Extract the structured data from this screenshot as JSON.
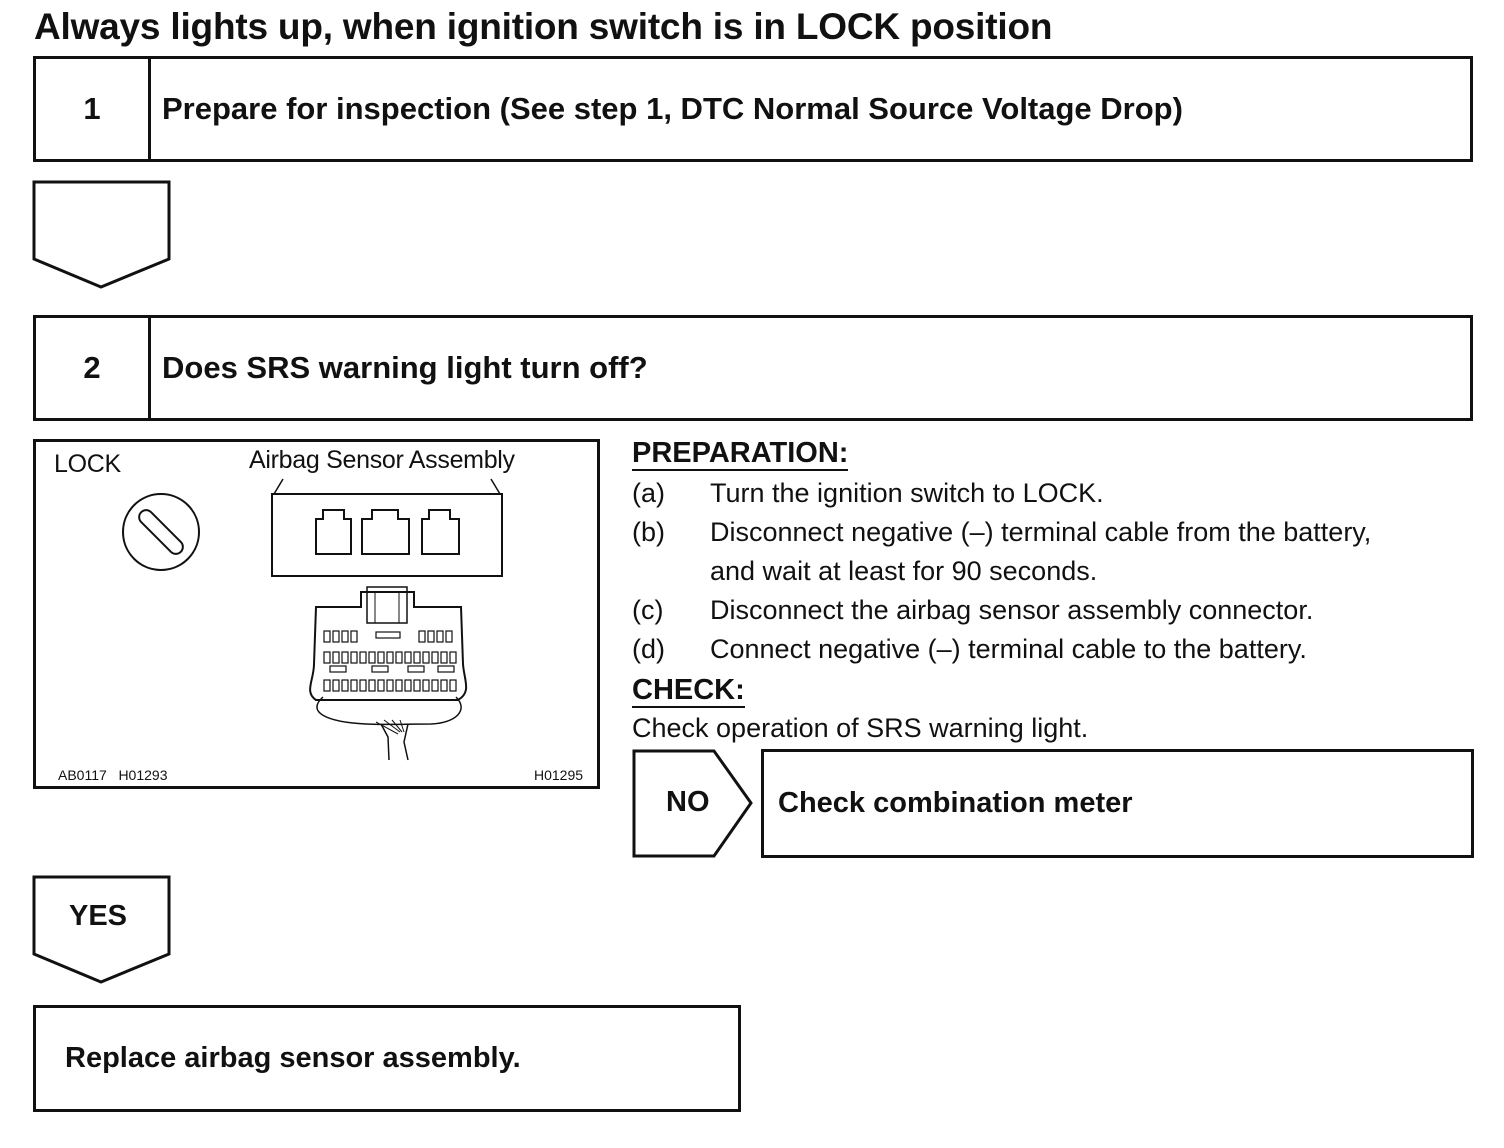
{
  "title": "Always lights up, when ignition switch is in LOCK position",
  "step1": {
    "number": "1",
    "text": "Prepare for inspection (See step 1, DTC Normal Source Voltage Drop)"
  },
  "step2": {
    "number": "2",
    "text": "Does SRS warning light turn off?"
  },
  "figure": {
    "lock_label": "LOCK",
    "assembly_label": "Airbag Sensor Assembly",
    "code_left": "AB0117   H01293",
    "code_right": "H01295"
  },
  "preparation": {
    "heading": "PREPARATION:",
    "items": [
      {
        "letter": "(a)",
        "lines": [
          "Turn the ignition switch to LOCK."
        ]
      },
      {
        "letter": "(b)",
        "lines": [
          "Disconnect negative (–) terminal cable from the battery,",
          "and wait at least for 90 seconds."
        ]
      },
      {
        "letter": "(c)",
        "lines": [
          "Disconnect the airbag sensor assembly connector."
        ]
      },
      {
        "letter": "(d)",
        "lines": [
          "Connect negative (–) terminal cable to the battery."
        ]
      }
    ]
  },
  "check": {
    "heading": "CHECK:",
    "text": "Check operation of SRS warning light."
  },
  "no_branch": {
    "label": "NO",
    "result": "Check combination meter"
  },
  "yes_branch": {
    "label": "YES",
    "result": "Replace airbag sensor assembly."
  }
}
